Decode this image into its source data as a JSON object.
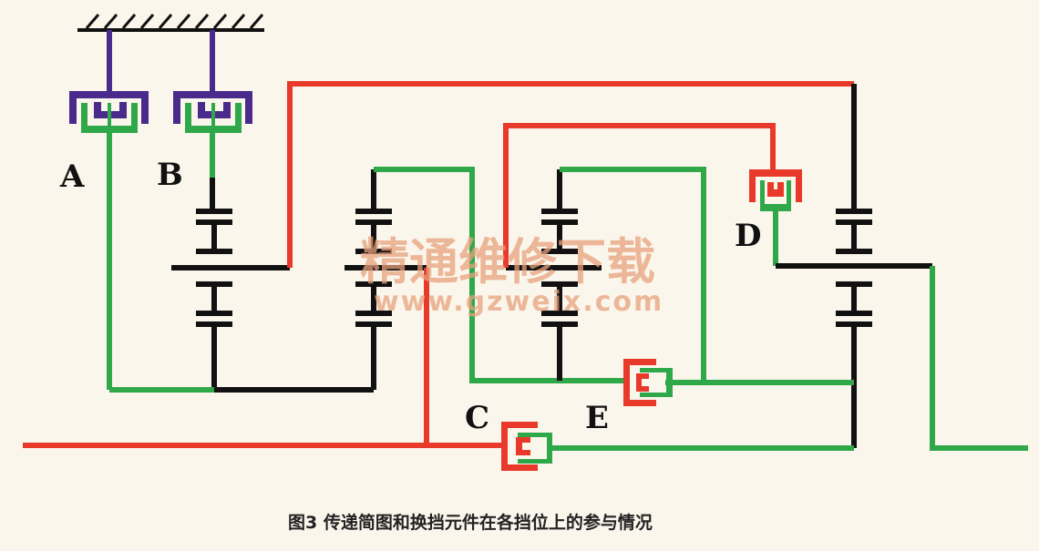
{
  "labels": {
    "a": "A",
    "b": "B",
    "c": "C",
    "d": "D",
    "e": "E"
  },
  "watermark": {
    "title": "精通维修下载",
    "url": "www.gzweix.com"
  },
  "caption": "图3  传递简图和换挡元件在各挡位上的参与情况",
  "colors": {
    "black": "#111111",
    "green": "#2fa84a",
    "red": "#e8392a",
    "purple": "#4a2a8a",
    "background": "#fbf6ec"
  }
}
